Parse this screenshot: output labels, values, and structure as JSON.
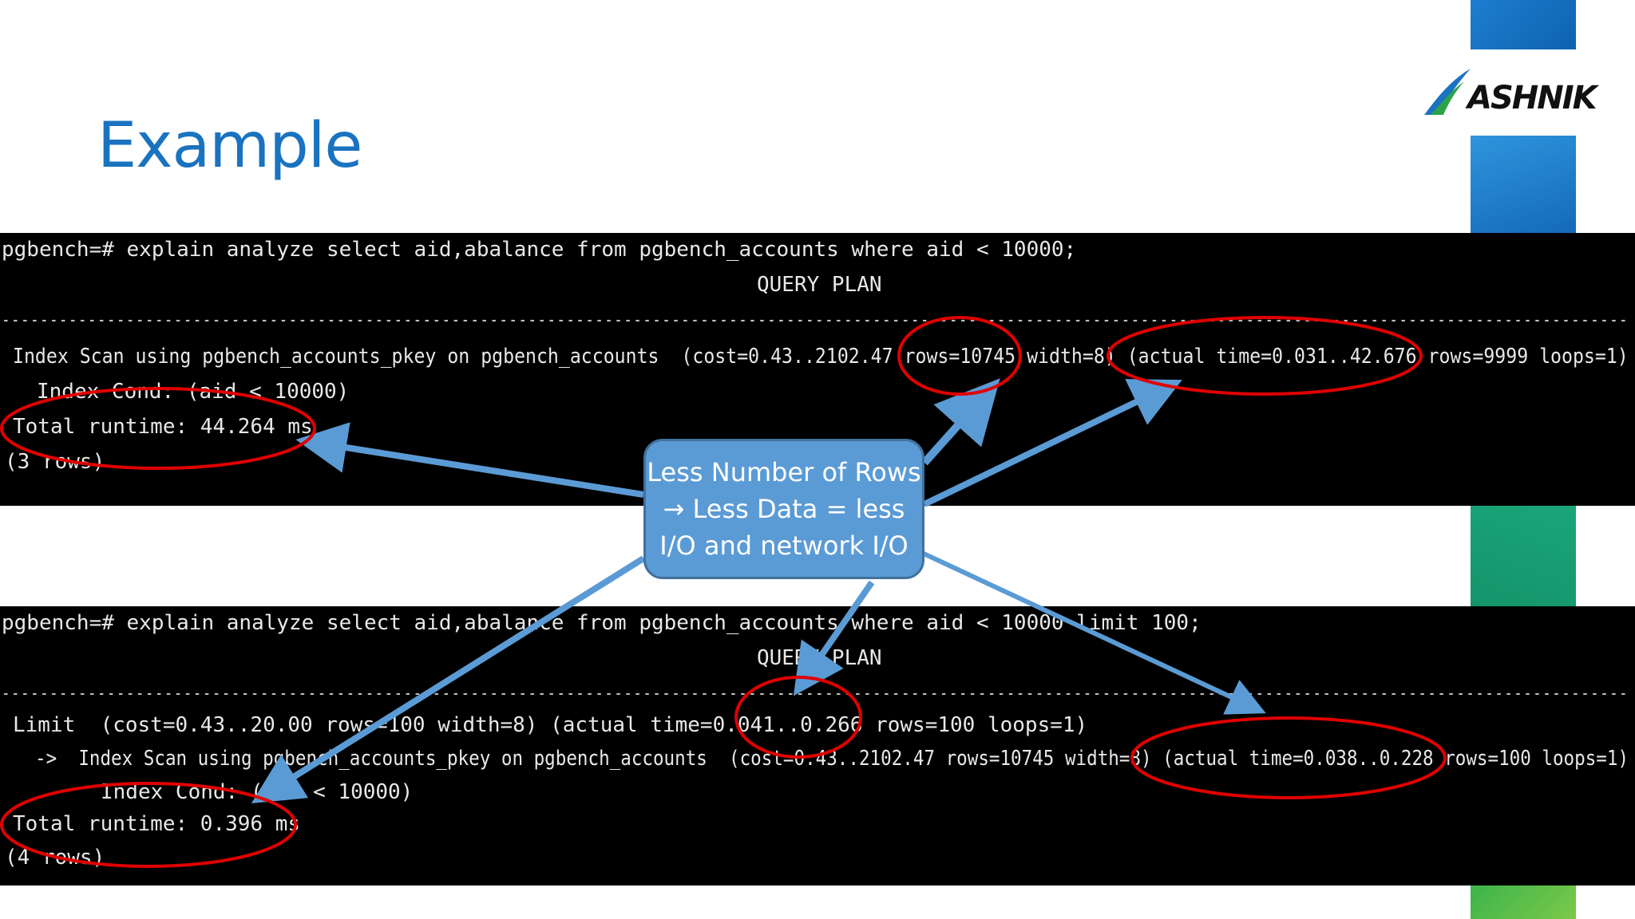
{
  "slide": {
    "title": "Example"
  },
  "logo": {
    "text": "ASHNIK"
  },
  "callout": {
    "text": "Less Number of Rows → Less Data = less I/O and network I/O"
  },
  "query1": {
    "command": "pgbench=# explain analyze select aid,abalance from pgbench_accounts where aid < 10000;",
    "header": "QUERY PLAN",
    "separator": "--------------------------------------------------------------------------------------------------------------------------------------------------------------------------",
    "plan_line_1": "Index Scan using pgbench_accounts_pkey on pgbench_accounts  (cost=0.43..2102.47 rows=10745 width=8) (actual time=0.031..42.676 rows=9999 loops=1)",
    "plan_line_2": "Index Cond: (aid < 10000)",
    "runtime": "Total runtime: 44.264 ms",
    "row_count": "(3 rows)"
  },
  "query2": {
    "command": "pgbench=# explain analyze select aid,abalance from pgbench_accounts where aid < 10000 limit 100;",
    "header": "QUERY PLAN",
    "separator": "--------------------------------------------------------------------------------------------------------------------------------------------------------------------------",
    "plan_line_1": "Limit  (cost=0.43..20.00 rows=100 width=8) (actual time=0.041..0.266 rows=100 loops=1)",
    "plan_line_2": "->  Index Scan using pgbench_accounts_pkey on pgbench_accounts  (cost=0.43..2102.47 rows=10745 width=8) (actual time=0.038..0.228 rows=100 loops=1)",
    "plan_line_3": "Index Cond: (aid < 10000)",
    "runtime": "Total runtime: 0.396 ms",
    "row_count": "(4 rows)"
  },
  "colors": {
    "title": "#1a73c0",
    "terminal_bg": "#000000",
    "terminal_text": "#e8e8e8",
    "callout_fill": "#5b9bd5",
    "arrow": "#5b9bd5",
    "highlight_ellipse": "#e00000"
  }
}
